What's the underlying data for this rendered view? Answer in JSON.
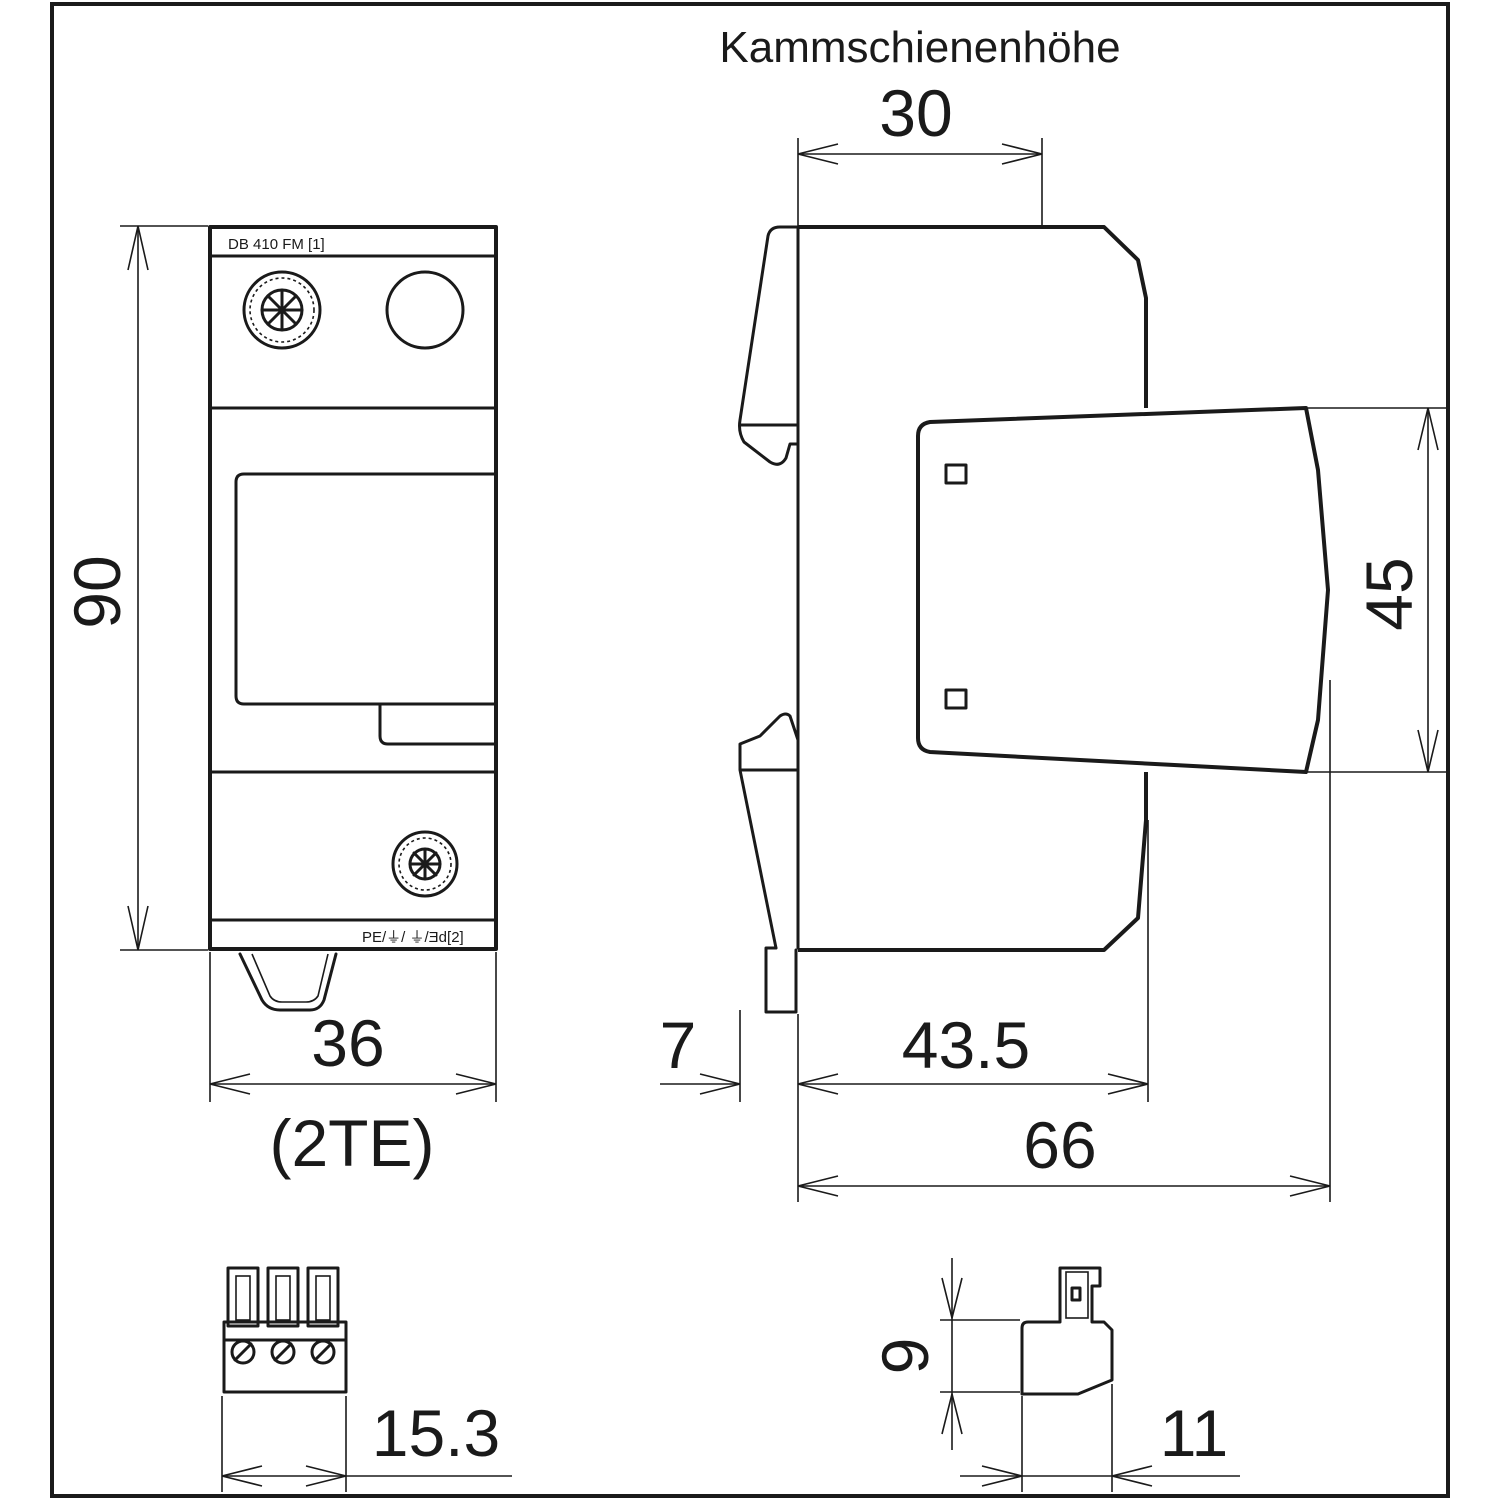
{
  "header": {
    "rail_height_label": "Kammschienenhöhe"
  },
  "front_view": {
    "type_label": "DB 410 FM [1]",
    "pe_label": "PE/⏚/ ⏚/Ǝd[2]"
  },
  "dimensions": {
    "width": "36",
    "width_units": "(2TE)",
    "height": "90",
    "rail_offset": "30",
    "cap_height": "45",
    "clip_depth": "7",
    "body_depth": "43.5",
    "total_depth": "66",
    "plug_width": "15.3",
    "plug_height": "9",
    "plug_depth": "11"
  }
}
